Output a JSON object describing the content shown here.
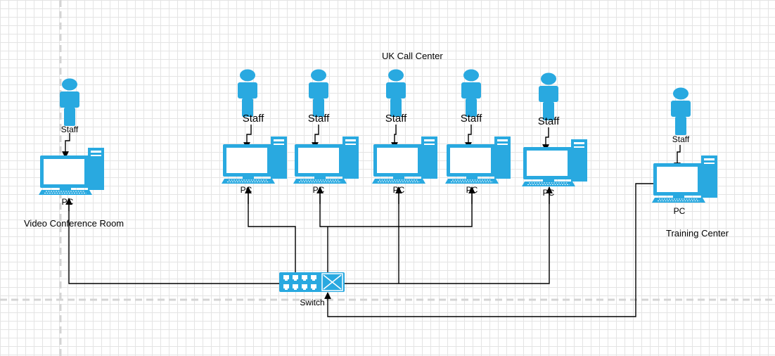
{
  "title": "UK Call Center",
  "areas": {
    "video_conference": "Video Conference Room",
    "training_center": "Training Center"
  },
  "switch_label": "Switch",
  "staff_label": "Staff",
  "pc_label": "PC",
  "colors": {
    "icon_blue": "#29a9e0",
    "icon_dark": "#1a6e94",
    "line": "#000000",
    "grid": "#e4e4e4",
    "guide": "#d6d6d6"
  },
  "nodes": {
    "staff": [
      "Staff",
      "Staff",
      "Staff",
      "Staff",
      "Staff",
      "Staff",
      "Staff"
    ],
    "pcs": [
      "PC",
      "PC",
      "PC",
      "PC",
      "PC",
      "PC",
      "PC"
    ]
  }
}
